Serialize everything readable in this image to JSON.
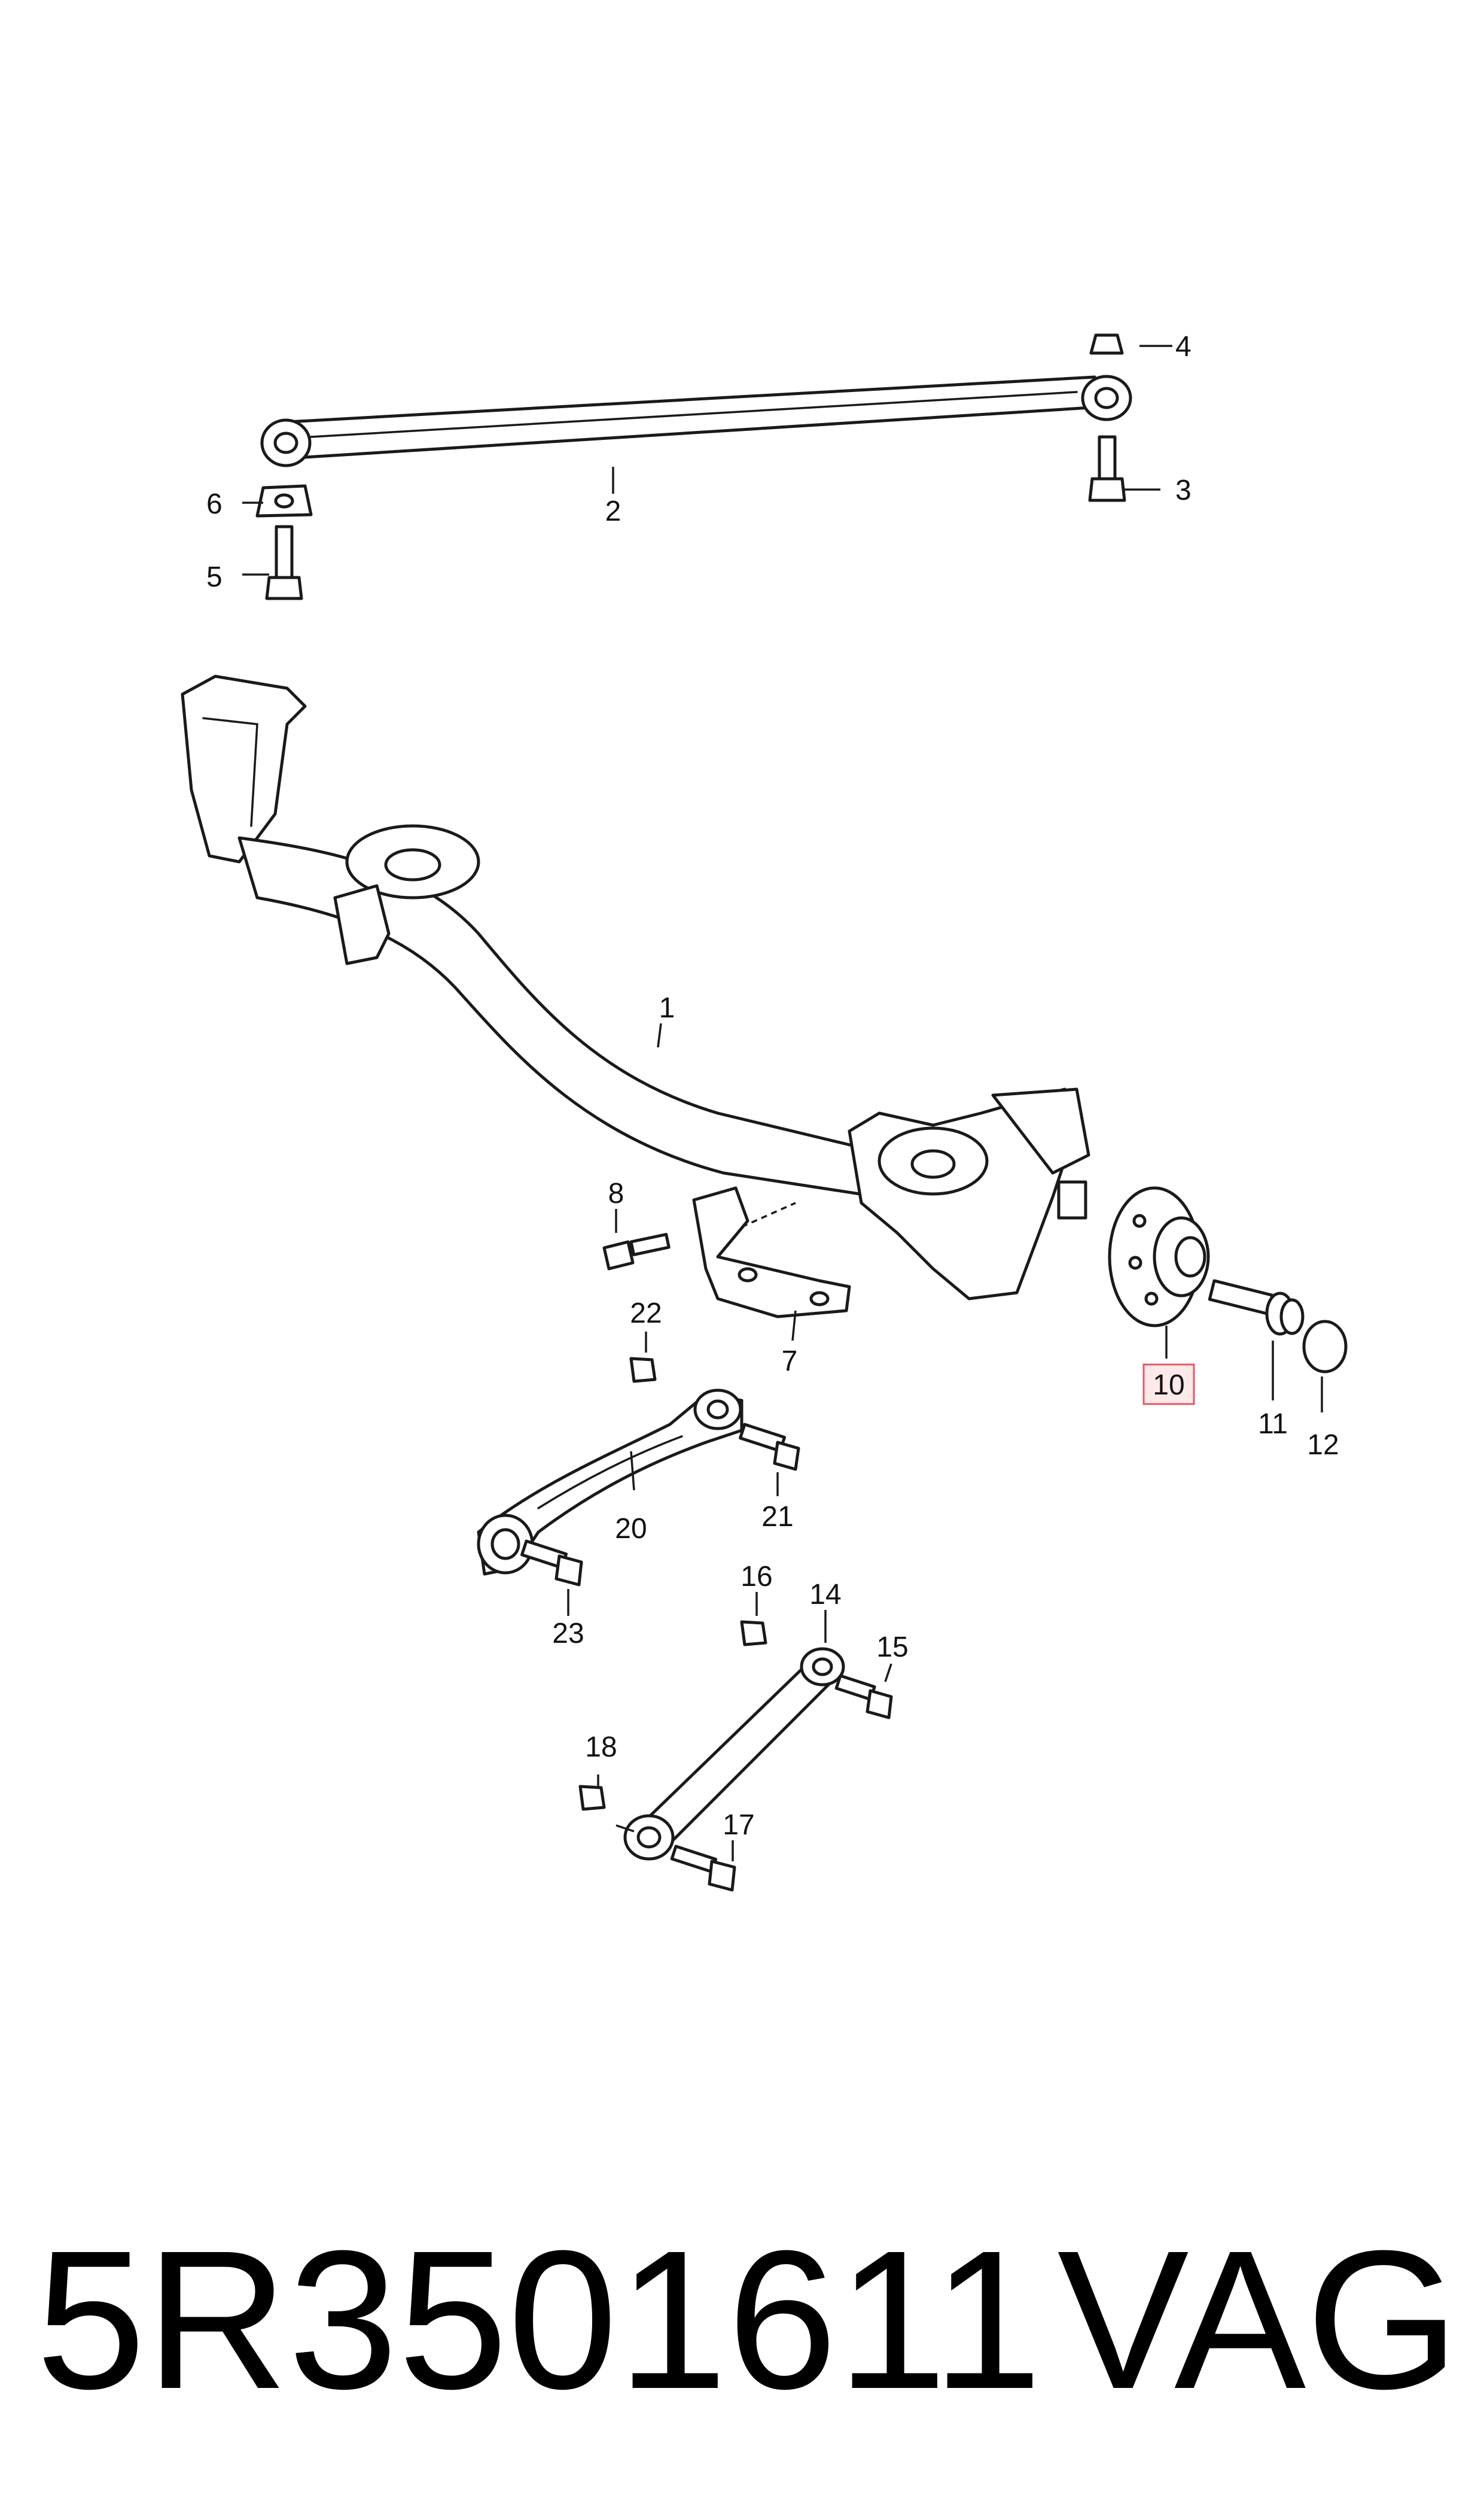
{
  "diagram": {
    "callouts": {
      "c1": "1",
      "c2": "2",
      "c3": "3",
      "c4": "4",
      "c5": "5",
      "c6": "6",
      "c7": "7",
      "c8": "8",
      "c10": "10",
      "c11": "11",
      "c12": "12",
      "c14": "14",
      "c15": "15",
      "c16": "16",
      "c17": "17",
      "c18": "18",
      "c20": "20",
      "c21": "21",
      "c22": "22",
      "c23": "23"
    },
    "highlighted_callout": "10",
    "highlight_color": "#e05a66"
  },
  "footer": {
    "part_number": "5R3501611",
    "brand": "VAG"
  }
}
